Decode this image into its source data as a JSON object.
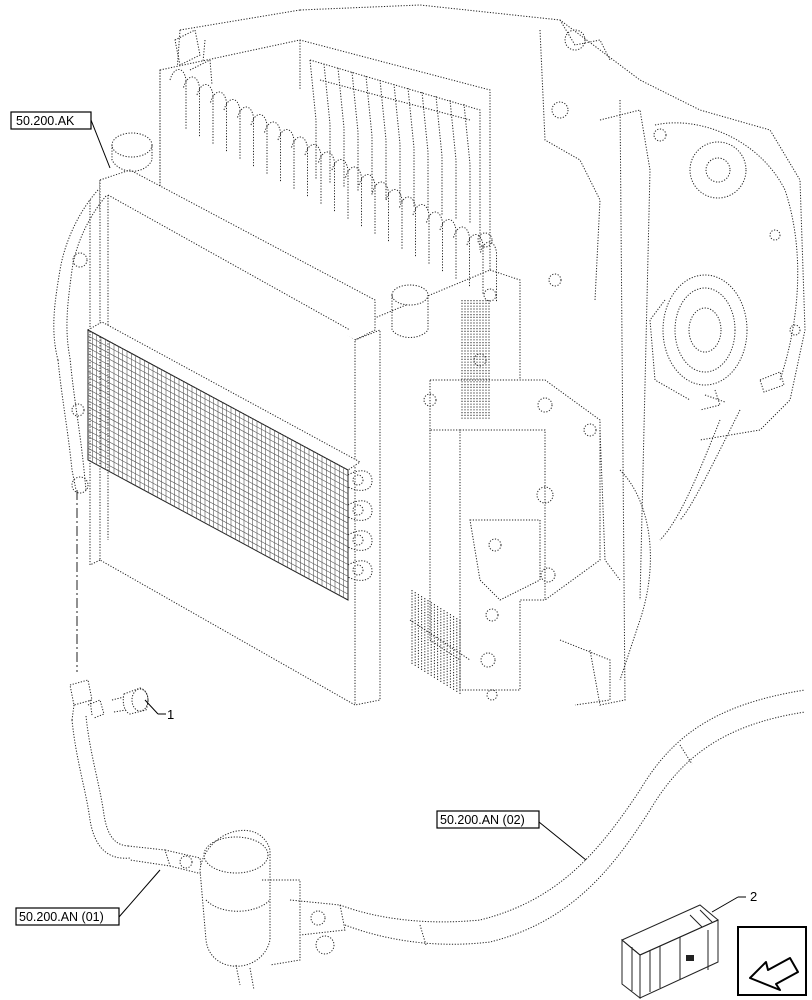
{
  "references": {
    "radiator": "50.200.AK",
    "hose_lower": "50.200.AN (01)",
    "hose_upper": "50.200.AN (02)"
  },
  "callouts": {
    "item1": "1",
    "item2": "2"
  }
}
